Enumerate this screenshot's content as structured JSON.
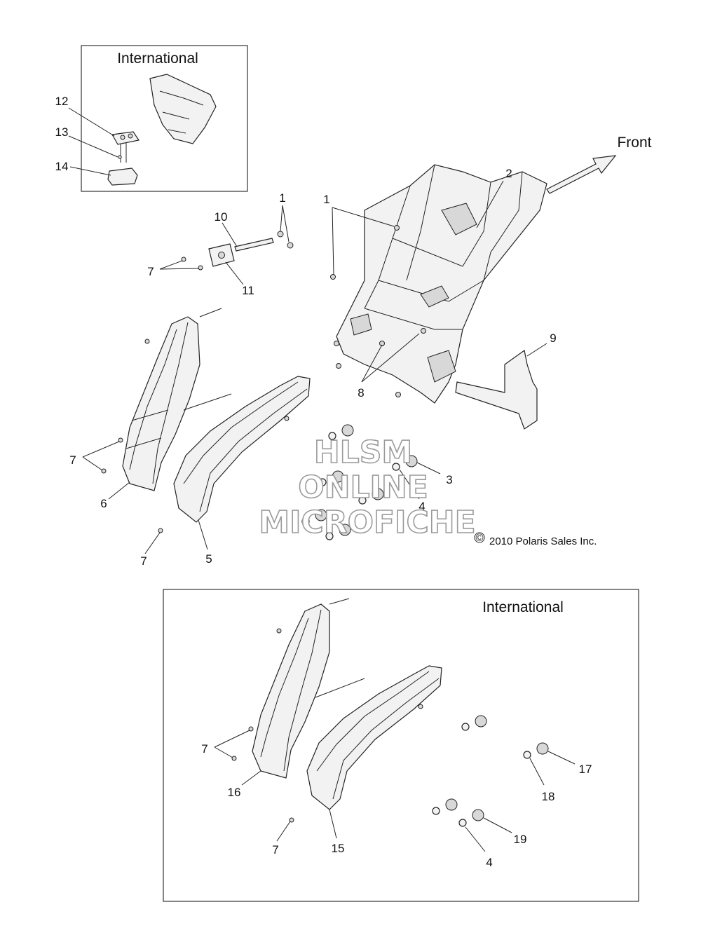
{
  "box_top": {
    "title": "International"
  },
  "box_bottom": {
    "title": "International"
  },
  "front_label": "Front",
  "copyright": "2010 Polaris Sales Inc.",
  "copyright_symbol": "©",
  "watermark": {
    "line1": "HLSM",
    "line2": "ONLINE",
    "line3": "MICROFICHE"
  },
  "callouts": {
    "c1a": "1",
    "c1b": "1",
    "c2": "2",
    "c3": "3",
    "c4a": "4",
    "c4b": "4",
    "c5": "5",
    "c6": "6",
    "c7a": "7",
    "c7b": "7",
    "c7c": "7",
    "c7d": "7",
    "c7e": "7",
    "c8": "8",
    "c9": "9",
    "c10": "10",
    "c11": "11",
    "c12": "12",
    "c13": "13",
    "c14": "14",
    "c15": "15",
    "c16": "16",
    "c17": "17",
    "c18": "18",
    "c19": "19"
  }
}
